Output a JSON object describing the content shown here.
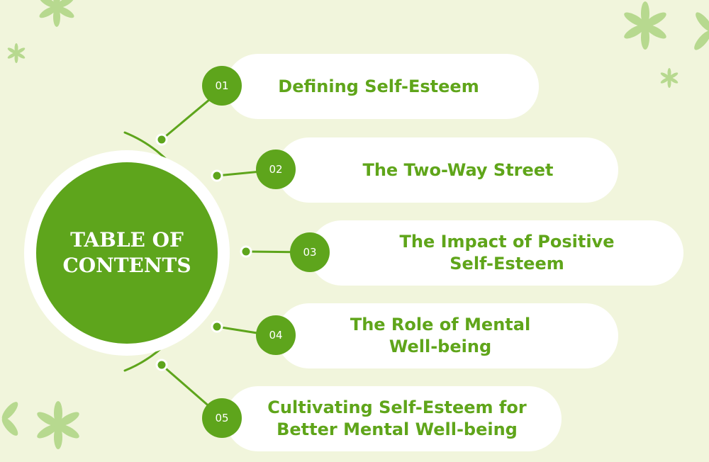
{
  "hub": {
    "title_line1": "TABLE OF",
    "title_line2": "CONTENTS"
  },
  "items": [
    {
      "number": "01",
      "lines": [
        "Defining Self-Esteem"
      ]
    },
    {
      "number": "02",
      "lines": [
        "The Two-Way Street"
      ]
    },
    {
      "number": "03",
      "lines": [
        "The Impact of Positive",
        "Self-Esteem"
      ]
    },
    {
      "number": "04",
      "lines": [
        "The Role of Mental",
        "Well-being"
      ]
    },
    {
      "number": "05",
      "lines": [
        "Cultivating Self-Esteem for",
        "Better Mental Well-being"
      ]
    }
  ],
  "colors": {
    "background": "#f1f5dc",
    "accent_green": "#5ea51c",
    "text_green": "#5fa51a",
    "pill_white": "#ffffff",
    "decor_leaf": "#b7d98f"
  },
  "icons": [
    "leaf-cluster-icon"
  ]
}
